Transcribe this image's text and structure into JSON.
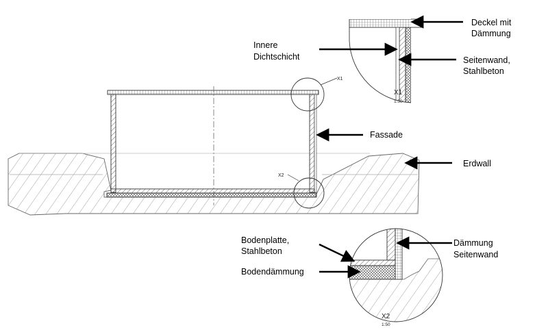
{
  "labels": {
    "deckel_line1": "Deckel mit",
    "deckel_line2": "Dämmung",
    "innere_line1": "Innere",
    "innere_line2": "Dichtschicht",
    "seitenwand_line1": "Seitenwand,",
    "seitenwand_line2": "Stahlbeton",
    "fassade": "Fassade",
    "erdwall": "Erdwall",
    "bodenplatte_line1": "Bodenplatte,",
    "bodenplatte_line2": "Stahlbeton",
    "bodendaemmung": "Bodendämmung",
    "daemmung_sw_line1": "Dämmung",
    "daemmung_sw_line2": "Seitenwand"
  },
  "details": {
    "x1": {
      "name": "X1",
      "scale": "1:50",
      "callout": "X1"
    },
    "x2": {
      "name": "X2",
      "scale": "1:50",
      "callout": "X2"
    }
  }
}
